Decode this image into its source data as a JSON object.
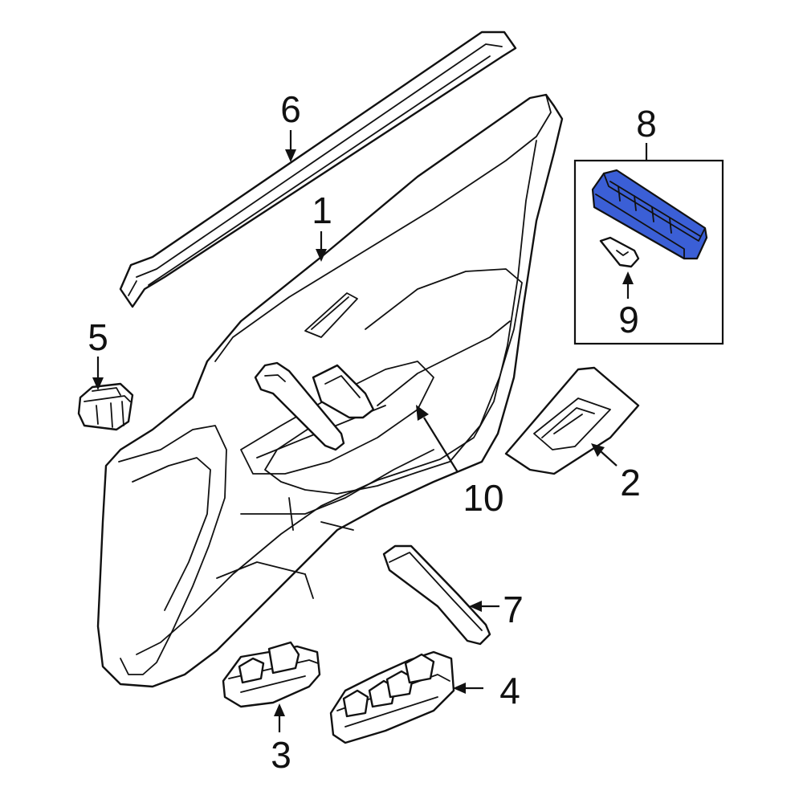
{
  "callouts": {
    "c1": "1",
    "c2": "2",
    "c3": "3",
    "c4": "4",
    "c5": "5",
    "c6": "6",
    "c7": "7",
    "c8": "8",
    "c9": "9",
    "c10": "10"
  },
  "colors": {
    "highlight": "#3b5fd6",
    "line": "#111111",
    "background": "#ffffff"
  }
}
